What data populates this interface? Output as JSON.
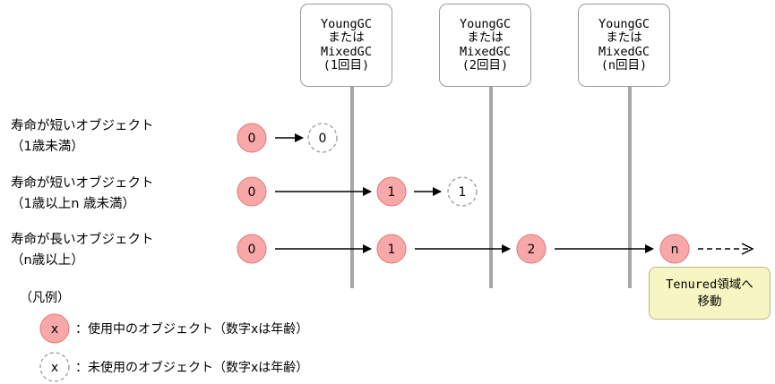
{
  "gc_events": [
    {
      "lines": [
        "YoungGC",
        "または",
        "MixedGC",
        "(1回目)"
      ]
    },
    {
      "lines": [
        "YoungGC",
        "または",
        "MixedGC",
        "(2回目)"
      ]
    },
    {
      "lines": [
        "YoungGC",
        "または",
        "MixedGC",
        "(n回目)"
      ]
    }
  ],
  "rows": [
    {
      "label_line1": "寿命が短いオブジェクト",
      "label_line2": "（1歳未満）"
    },
    {
      "label_line1": "寿命が短いオブジェクト",
      "label_line2": "（1歳以上n 歳未満）"
    },
    {
      "label_line1": "寿命が長いオブジェクト",
      "label_line2": "（n歳以上）"
    }
  ],
  "circles": {
    "r1_a": "0",
    "r1_b": "0",
    "r2_a": "0",
    "r2_b": "1",
    "r2_c": "1",
    "r3_a": "0",
    "r3_b": "1",
    "r3_c": "2",
    "r3_d": "n"
  },
  "tenured_box": {
    "line1": "Tenured領域へ",
    "line2": "移動"
  },
  "legend": {
    "title": "（凡例）",
    "symbol": "x",
    "in_use": "：使用中のオブジェクト（数字xは年齢）",
    "unused": "：未使用のオブジェクト（数字xは年齢）"
  },
  "colors": {
    "circle_fill": "#f8a8a8",
    "circle_stroke": "#e07878",
    "gc_line": "#a6a6a6",
    "tenured_fill": "#f7f6c2"
  }
}
